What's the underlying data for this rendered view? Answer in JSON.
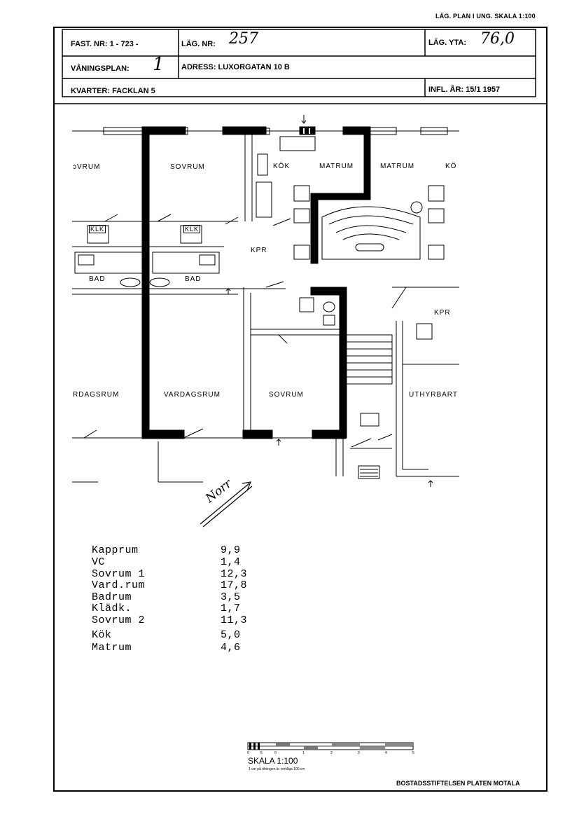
{
  "top_note": "LÄG. PLAN I UNG. SKALA 1:100",
  "header": {
    "fast_nr_label": "FAST. NR: 1 - 723 -",
    "lag_nr_label": "LÄG. NR:",
    "lag_nr_value": "257",
    "lag_yta_label": "LÄG. YTA:",
    "lag_yta_value": "76,0",
    "vaningsplan_label": "VÅNINGSPLAN:",
    "vaningsplan_value": "1",
    "adress_label": "ADRESS: LUXORGATAN 10 B",
    "kvarter_label": "KVARTER: FACKLAN 5",
    "infl_label": "INFL. ÅR: 15/1   1957"
  },
  "plan": {
    "rooms": {
      "sovrum_left_edge": "ɔVRUM",
      "sovrum_top": "SOVRUM",
      "kok": "KÖK",
      "matrum1": "MATRUM",
      "matrum2": "MATRUM",
      "kok_right": "KÖ",
      "klk1": "KLK",
      "klk2": "KLK",
      "kpr": "KPR",
      "bad1": "BAD",
      "bad2": "BAD",
      "kpr_right": "KPR",
      "vardagsrum_left": "RDAGSRUM",
      "vardagsrum": "VARDAGSRUM",
      "sovrum_bottom": "SOVRUM",
      "uthyrbart": "UTHYRBART"
    },
    "north_label": "Norr"
  },
  "areas": [
    {
      "name": "Kapprum",
      "value": "9,9"
    },
    {
      "name": "VC",
      "value": "1,4"
    },
    {
      "name": "Sovrum 1",
      "value": "12,3"
    },
    {
      "name": "Vard.rum",
      "value": "17,8"
    },
    {
      "name": "Badrum",
      "value": "3,5"
    },
    {
      "name": "Klädk.",
      "value": "1,7"
    },
    {
      "name": "Sovrum 2",
      "value": "11,3"
    },
    {
      "name": "Kök",
      "value": "5,0"
    },
    {
      "name": "Matrum",
      "value": "4,6"
    }
  ],
  "scale": {
    "tick_labels": [
      "0",
      "5",
      "0",
      "1",
      "2",
      "3",
      "4",
      "5"
    ],
    "title": "SKALA 1:100",
    "note": "1 cm på ritningen är verkliga 100 cm"
  },
  "footer": "BOSTADSSTIFTELSEN PLATEN MOTALA"
}
